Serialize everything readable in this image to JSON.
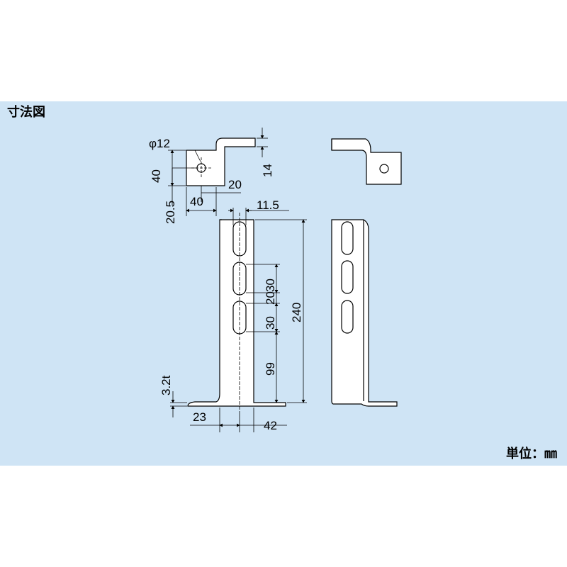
{
  "title": "寸法図",
  "unit_label": "単位：㎜",
  "dimensions": {
    "hole_diameter": "φ12",
    "top_height": "40",
    "flange_height": "14",
    "offset": "20",
    "edge": "20.5",
    "top_width": "40",
    "slot_offset": "11.5",
    "slot_length_1": "30",
    "slot_gap": "20",
    "slot_length_2": "30",
    "total_height": "240",
    "bottom_distance": "99",
    "thickness": "3.2t",
    "foot_width": "23",
    "base_width": "42"
  },
  "colors": {
    "panel": "#cfe4f5",
    "part": "#ffffff",
    "line": "#000000"
  }
}
